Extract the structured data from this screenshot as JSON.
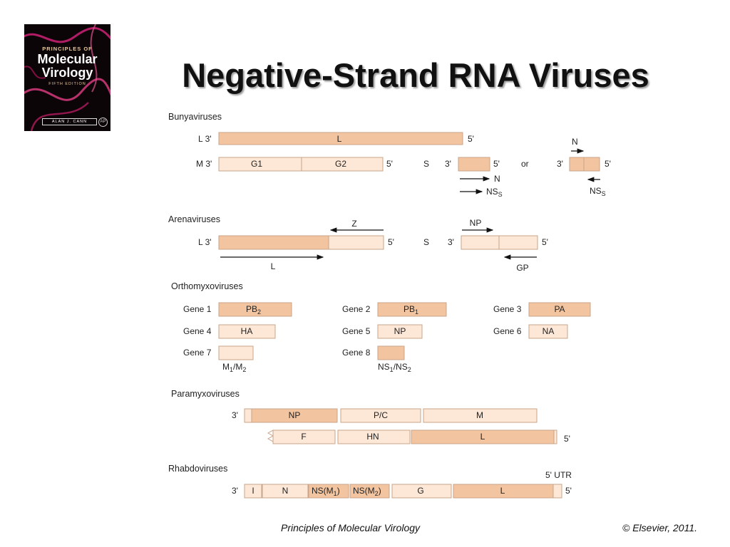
{
  "cover": {
    "series": "PRINCIPLES OF",
    "title_line1": "Molecular",
    "title_line2": "Virology",
    "edition": "FIFTH EDITION",
    "author": "ALAN J. CANN",
    "publisher_mark": "AP"
  },
  "slide": {
    "title": "Negative-Strand RNA Viruses"
  },
  "bunya": {
    "heading": "Bunyaviruses",
    "L_end": "L 3'",
    "L_label": "L",
    "L_5": "5'",
    "M_end": "M 3'",
    "G1": "G1",
    "G2": "G2",
    "M_5": "5'",
    "S": "S",
    "S_3a": "3'",
    "S_5a": "5'",
    "arrow_N": "N",
    "arrow_NSs": "NS",
    "or": "or",
    "S_3b": "3'",
    "S_5b": "5'",
    "N_top": "N",
    "NSs_bottom": "NS",
    "sub_s": "S"
  },
  "arena": {
    "heading": "Arenaviruses",
    "L_end": "L 3'",
    "L_5": "5'",
    "Z": "Z",
    "L_arrow": "L",
    "S": "S",
    "S_3": "3'",
    "S_5": "5'",
    "NP": "NP",
    "GP": "GP"
  },
  "ortho": {
    "heading": "Orthomyxoviruses",
    "gene1": "Gene 1",
    "pb2": "PB",
    "pb2_sub": "2",
    "gene2": "Gene 2",
    "pb1": "PB",
    "pb1_sub": "1",
    "gene3": "Gene 3",
    "pa": "PA",
    "gene4": "Gene 4",
    "ha": "HA",
    "gene5": "Gene 5",
    "np": "NP",
    "gene6": "Gene 6",
    "na": "NA",
    "gene7": "Gene 7",
    "m_a": "M",
    "m_sub1": "1",
    "m_slash": "/M",
    "m_sub2": "2",
    "gene8": "Gene 8",
    "ns_a": "NS",
    "ns_sub1": "1",
    "ns_slash": "/NS",
    "ns_sub2": "2"
  },
  "paramyxo": {
    "heading": "Paramyxoviruses",
    "end3": "3'",
    "NP": "NP",
    "PC": "P/C",
    "M": "M",
    "F": "F",
    "HN": "HN",
    "L": "L",
    "end5": "5'"
  },
  "rhabdo": {
    "heading": "Rhabdoviruses",
    "utr": "5' UTR",
    "end3": "3'",
    "I": "I",
    "N": "N",
    "nsm1_a": "NS(M",
    "nsm1_sub": "1",
    "nsm1_b": ")",
    "nsm2_a": "NS(M",
    "nsm2_sub": "2",
    "nsm2_b": ")",
    "G": "G",
    "L": "L",
    "end5": "5'"
  },
  "footer": {
    "left": "Principles of Molecular Virology",
    "right": "© Elsevier, 2011."
  },
  "colors": {
    "segment_dark": "#f2c4a0",
    "segment_light": "#fde7d6",
    "segment_border": "#c9a48a"
  }
}
